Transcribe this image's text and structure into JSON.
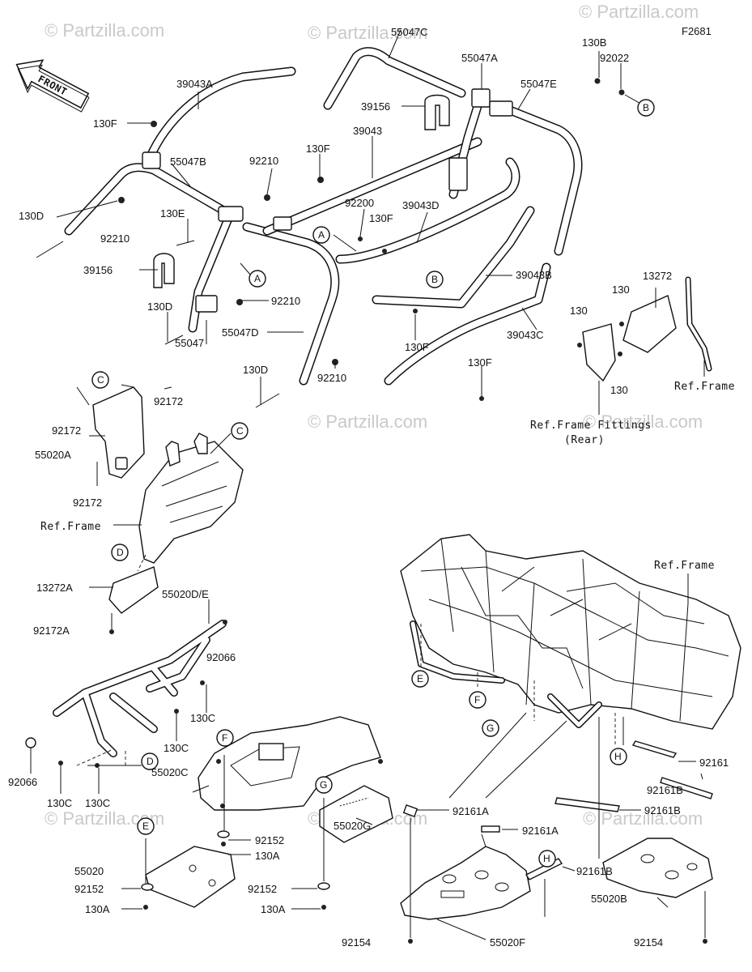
{
  "figure_id": "F2681",
  "watermark": "© Partzilla.com",
  "front_arrow": "FRONT",
  "refs": {
    "circle_a": "A",
    "circle_b": "B",
    "circle_c": "C",
    "circle_d": "D",
    "circle_e": "E",
    "circle_f": "F",
    "circle_g": "G",
    "circle_h": "H"
  },
  "parts": {
    "p39043A": "39043A",
    "p130F": "130F",
    "p55047B": "55047B",
    "p92210": "92210",
    "p130D": "130D",
    "p130E": "130E",
    "p39156": "39156",
    "p55047": "55047",
    "p55047D": "55047D",
    "p55047C": "55047C",
    "p55047A": "55047A",
    "p55047E": "55047E",
    "p39043": "39043",
    "p92200": "92200",
    "p39043D": "39043D",
    "p39043B": "39043B",
    "p39043C": "39043C",
    "p130B": "130B",
    "p92022": "92022",
    "p13272": "13272",
    "p130": "130",
    "p92172": "92172",
    "p55020A": "55020A",
    "p13272A": "13272A",
    "p92172A": "92172A",
    "p55020DE": "55020D/E",
    "p92066": "92066",
    "p130C": "130C",
    "p55020C": "55020C",
    "p92152": "92152",
    "p130A": "130A",
    "p55020": "55020",
    "p55020G": "55020G",
    "p92161": "92161",
    "p92161A": "92161A",
    "p92161B": "92161B",
    "p55020F": "55020F",
    "p55020B": "55020B",
    "p92154": "92154"
  },
  "ref_text": {
    "ref_frame": "Ref.Frame",
    "ref_frame_fittings_1": "Ref.Frame Fittings",
    "ref_frame_fittings_2": "(Rear)"
  },
  "colors": {
    "line": "#111111",
    "watermark": "#c9c9c9",
    "background": "#ffffff"
  }
}
